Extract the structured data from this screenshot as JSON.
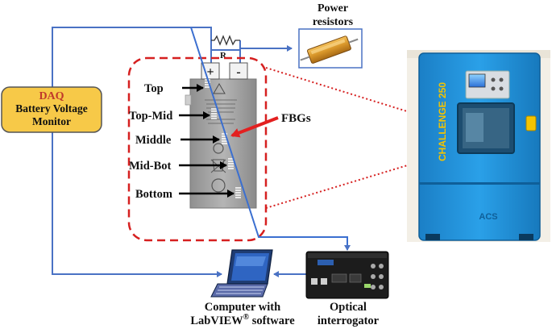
{
  "daq": {
    "title": "DAQ",
    "line1": "Battery Voltage",
    "line2": "Monitor",
    "fill_color": "#f7c948",
    "title_color": "#c0392b"
  },
  "power_resistors": {
    "line1": "Power",
    "line2": "resistors"
  },
  "resistor_label": "R",
  "terminals": {
    "positive": "+",
    "negative": "-"
  },
  "sensor_positions": [
    "Top",
    "Top-Mid",
    "Middle",
    "Mid-Bot",
    "Bottom"
  ],
  "fbgs_label": "FBGs",
  "computer": {
    "line1": "Computer with",
    "line2_prefix": "LabVIEW",
    "line2_sup": "®",
    "line2_suffix": " software"
  },
  "interrogator": {
    "line1": "Optical",
    "line2": "interrogator"
  },
  "chamber": {
    "model_text": "CHALLENGE 250",
    "brand_text": "ACS",
    "body_color": "#1a8fd6"
  },
  "colors": {
    "wire": "#4a72c4",
    "fiber": "#3b6fd0",
    "dashed_box": "#d62020",
    "dotted_link": "#d62020",
    "fbg_arrow": "#e32020"
  }
}
